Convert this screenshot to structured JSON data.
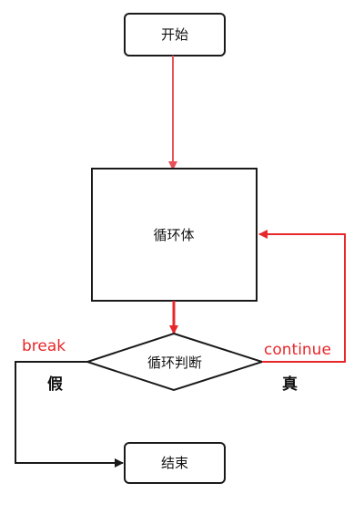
{
  "nodes": {
    "start": {
      "label": "开始"
    },
    "loop_body": {
      "label": "循环体"
    },
    "condition": {
      "label": "循环判断"
    },
    "end": {
      "label": "结束"
    }
  },
  "edges": {
    "break": {
      "label": "break"
    },
    "continue": {
      "label": "continue"
    }
  },
  "branches": {
    "false": {
      "label": "假"
    },
    "true": {
      "label": "真"
    }
  },
  "colors": {
    "accent": "#e8272b",
    "line": "#1a1a1a",
    "start_arrow": "#e8505a"
  }
}
